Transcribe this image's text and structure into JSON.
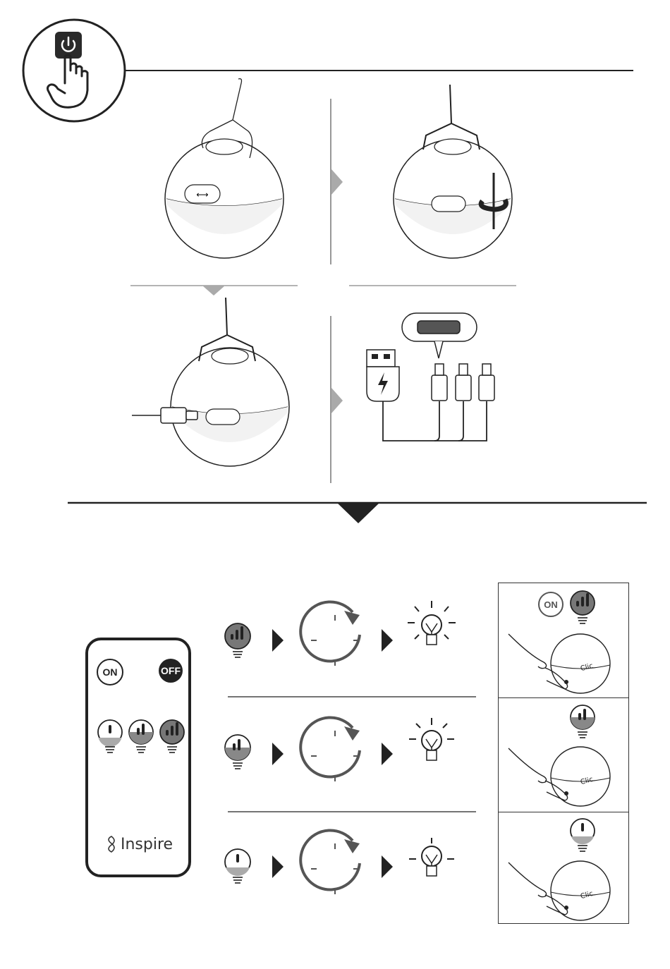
{
  "remote": {
    "on_label": "ON",
    "off_label": "OFF",
    "brand": "Inspire"
  },
  "panel": {
    "on_label": "ON",
    "click_label": "Clic"
  },
  "colors": {
    "ink": "#222222",
    "fill_gray": "#777777",
    "light_gray": "#bbbbbb"
  }
}
